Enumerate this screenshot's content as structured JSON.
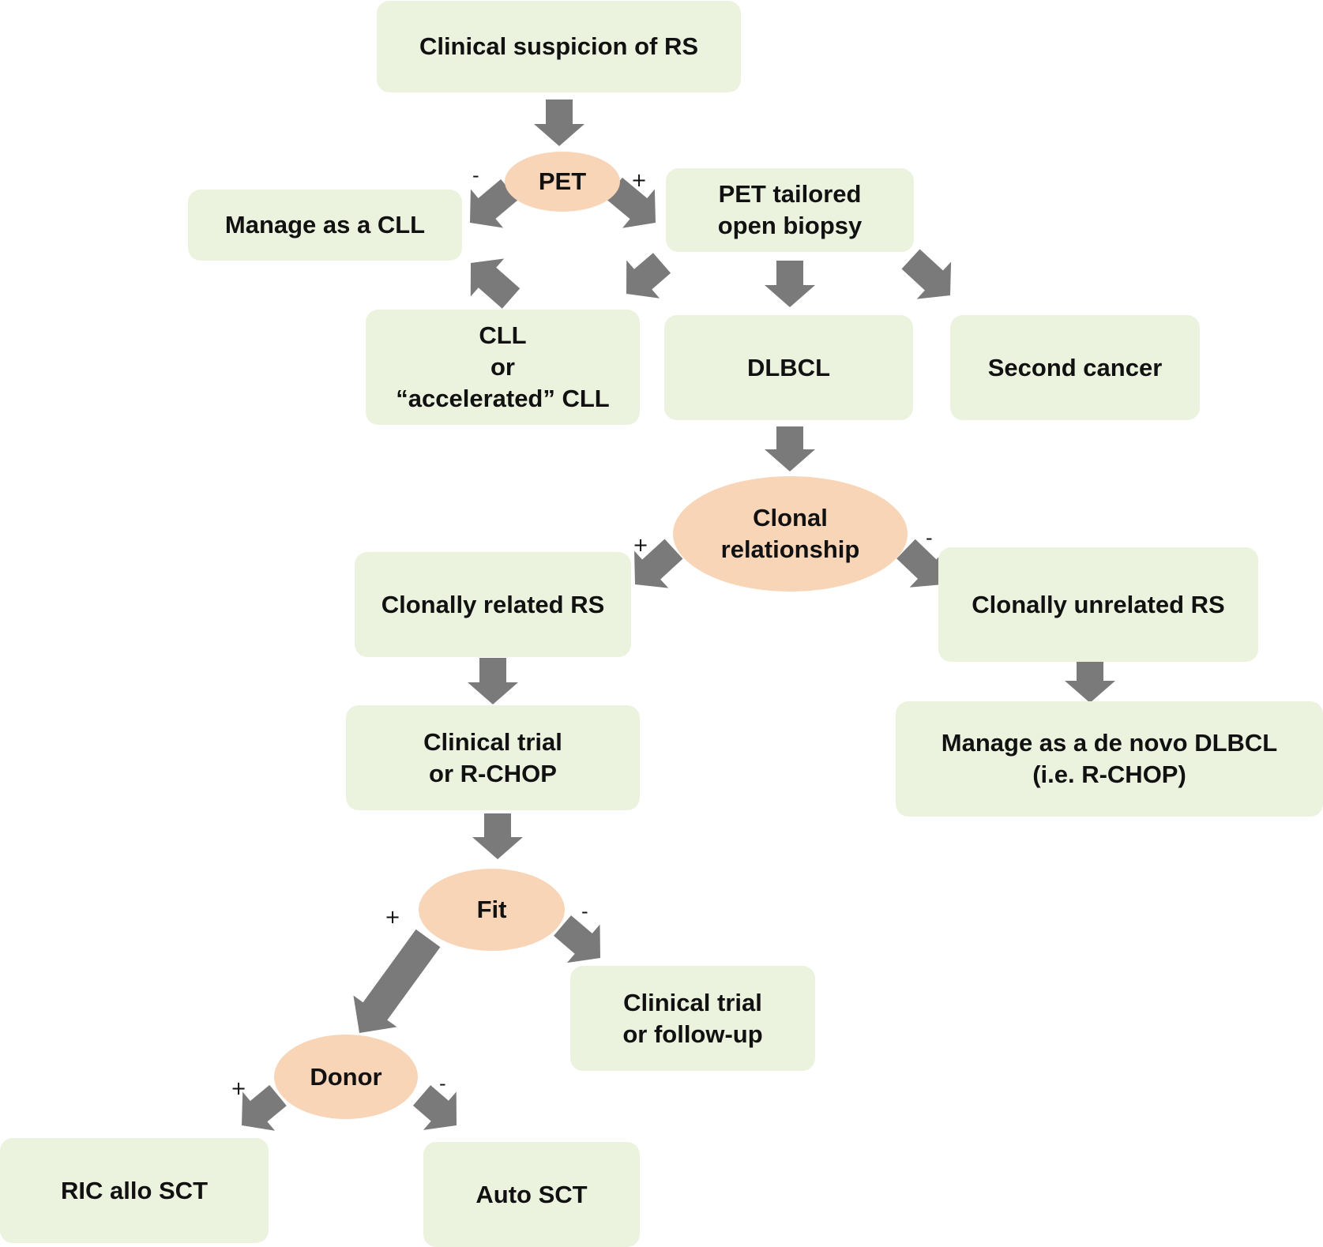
{
  "nodes": {
    "clinical_suspicion": [
      "Clinical suspicion of RS"
    ],
    "pet": [
      "PET"
    ],
    "manage_cll": [
      "Manage as a CLL"
    ],
    "pet_biopsy": [
      "PET tailored",
      "open biopsy"
    ],
    "cll_accelerated": [
      "CLL",
      "or",
      "“accelerated” CLL"
    ],
    "dlbcl": [
      "DLBCL"
    ],
    "second_cancer": [
      "Second cancer"
    ],
    "clonal_relationship": [
      "Clonal",
      "relationship"
    ],
    "clonally_related": [
      "Clonally related RS"
    ],
    "clonally_unrelated": [
      "Clonally unrelated RS"
    ],
    "clinical_trial_rchop": [
      "Clinical trial",
      "or R-CHOP"
    ],
    "manage_denovo": [
      "Manage as a de novo DLBCL",
      "(i.e. R-CHOP)"
    ],
    "fit": [
      "Fit"
    ],
    "clinical_trial_followup": [
      "Clinical trial",
      "or follow-up"
    ],
    "donor": [
      "Donor"
    ],
    "ric_allo": [
      "RIC allo SCT"
    ],
    "auto_sct": [
      "Auto SCT"
    ]
  },
  "signs": {
    "pet_minus": "-",
    "pet_plus": "+",
    "clonal_plus": "+",
    "clonal_minus": "-",
    "fit_plus": "+",
    "fit_minus": "-",
    "donor_plus": "+",
    "donor_minus": "-"
  },
  "colors": {
    "box_fill": "#ebf3df",
    "oval_fill": "#f8d5b7",
    "arrow_fill": "#7a7a7a"
  }
}
